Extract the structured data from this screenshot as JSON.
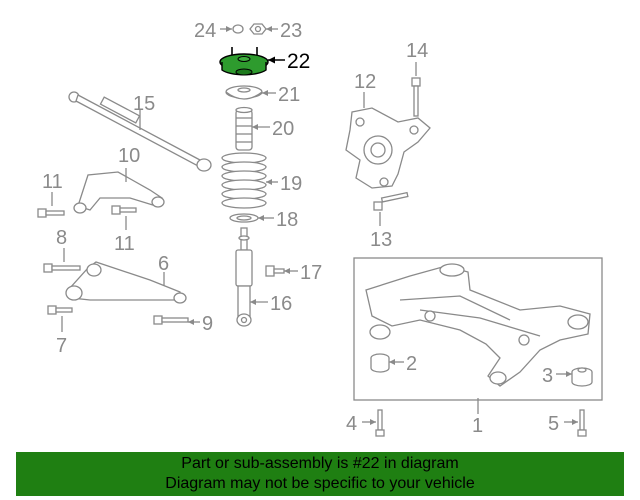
{
  "diagram": {
    "highlight_color": "#2e9b2e",
    "callouts": [
      {
        "id": "c24",
        "text": "24"
      },
      {
        "id": "c23",
        "text": "23"
      },
      {
        "id": "c22",
        "text": "22",
        "highlighted": true
      },
      {
        "id": "c21",
        "text": "21"
      },
      {
        "id": "c20",
        "text": "20"
      },
      {
        "id": "c19",
        "text": "19"
      },
      {
        "id": "c18",
        "text": "18"
      },
      {
        "id": "c17",
        "text": "17"
      },
      {
        "id": "c16",
        "text": "16"
      },
      {
        "id": "c15",
        "text": "15"
      },
      {
        "id": "c14",
        "text": "14"
      },
      {
        "id": "c13",
        "text": "13"
      },
      {
        "id": "c12",
        "text": "12"
      },
      {
        "id": "c11a",
        "text": "11"
      },
      {
        "id": "c11b",
        "text": "11"
      },
      {
        "id": "c10",
        "text": "10"
      },
      {
        "id": "c9",
        "text": "9"
      },
      {
        "id": "c8",
        "text": "8"
      },
      {
        "id": "c7",
        "text": "7"
      },
      {
        "id": "c6",
        "text": "6"
      },
      {
        "id": "c5",
        "text": "5"
      },
      {
        "id": "c4",
        "text": "4"
      },
      {
        "id": "c3",
        "text": "3"
      },
      {
        "id": "c2",
        "text": "2"
      },
      {
        "id": "c1",
        "text": "1"
      }
    ]
  },
  "banner": {
    "line1": "Part or sub-assembly is #22 in diagram",
    "line2": "Diagram may not be specific to your vehicle",
    "background": "#1f7f12"
  }
}
